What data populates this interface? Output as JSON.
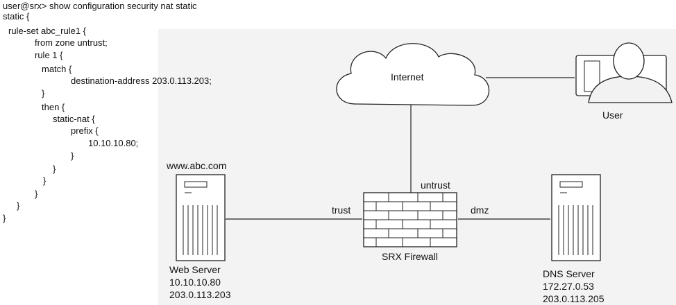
{
  "config": {
    "lines": [
      "user@srx> show configuration security nat static",
      "static {",
      "rule-set abc_rule1 {",
      "from zone untrust;",
      "rule 1 {",
      "match {",
      "destination-address 203.0.113.203;",
      "}",
      "then {",
      "static-nat {",
      "prefix {",
      "10.10.10.80;",
      "}",
      "}",
      "}",
      "}",
      "}",
      "}"
    ]
  },
  "diagram": {
    "internet": {
      "label": "Internet"
    },
    "user": {
      "label": "User"
    },
    "firewall": {
      "label": "SRX Firewall",
      "zone_untrust": "untrust",
      "zone_trust": "trust",
      "zone_dmz": "dmz"
    },
    "web_server": {
      "hostname": "www.abc.com",
      "title": "Web Server",
      "ip_private": "10.10.10.80",
      "ip_public": "203.0.113.203"
    },
    "dns_server": {
      "title": "DNS Server",
      "ip_private": "172.27.0.53",
      "ip_public": "203.0.113.205"
    }
  }
}
